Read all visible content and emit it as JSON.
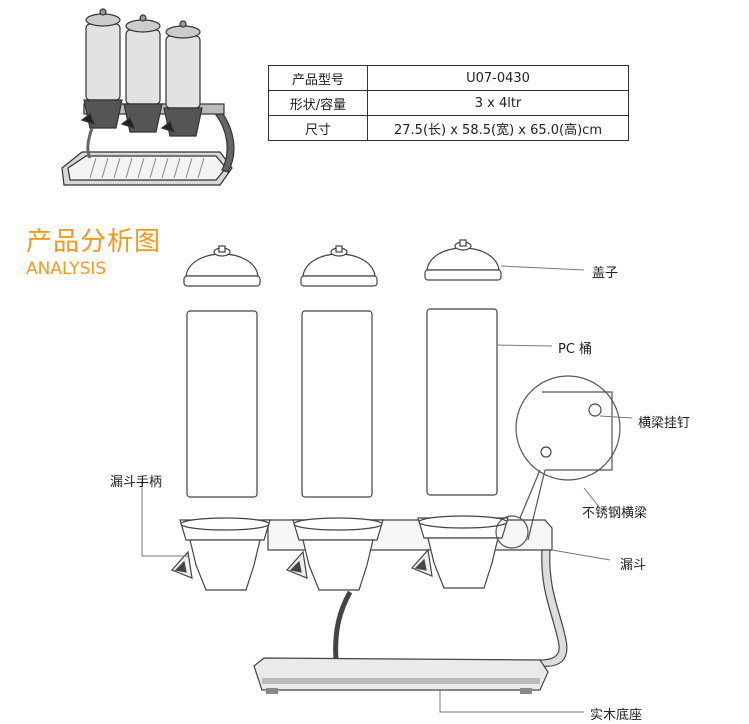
{
  "specs": {
    "rows": [
      {
        "key": "产品型号",
        "value": "U07-0430"
      },
      {
        "key": "形状/容量",
        "value": "3 x 4ltr"
      },
      {
        "key": "尺寸",
        "value": "27.5(长) x 58.5(宽) x 65.0(高)cm"
      }
    ]
  },
  "heading": {
    "cn": "产品分析图",
    "en": "ANALYSIS"
  },
  "labels": {
    "lid": "盖子",
    "pc_barrel": "PC 桶",
    "beam_peg": "横梁挂钉",
    "steel_beam": "不锈钢横梁",
    "funnel": "漏斗",
    "funnel_handle": "漏斗手柄",
    "wood_base": "实木底座"
  },
  "colors": {
    "accent": "#f39a1e",
    "line": "#333333"
  }
}
